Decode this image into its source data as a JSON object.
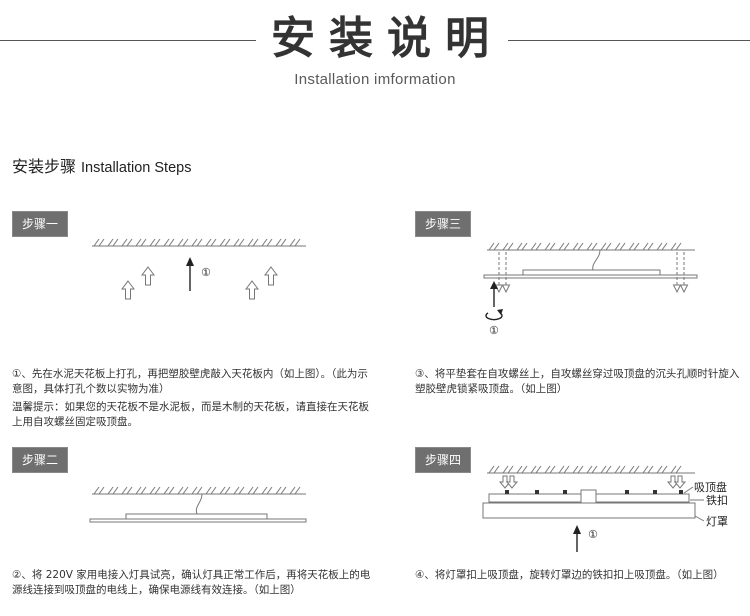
{
  "header": {
    "title": "安装说明",
    "subtitle": "Installation imformation"
  },
  "section": {
    "title_cn": "安装步骤",
    "title_en": "Installation Steps"
  },
  "steps": {
    "step1": {
      "badge": "步骤一",
      "marker": "①",
      "text": "①、先在水泥天花板上打孔，再把塑胶壁虎敲入天花板内（如上图）。（此为示意图，具体打孔个数以实物为准）",
      "tip": "温馨提示：如果您的天花板不是水泥板，而是木制的天花板，请直接在天花板上用自攻螺丝固定吸顶盘。"
    },
    "step2": {
      "badge": "步骤二",
      "text": "②、将 220V 家用电接入灯具试亮，确认灯具正常工作后，再将天花板上的电源线连接到吸顶盘的电线上，确保电源线有效连接。（如上图）"
    },
    "step3": {
      "badge": "步骤三",
      "marker": "①",
      "text": "③、将平垫套在自攻螺丝上，自攻螺丝穿过吸顶盘的沉头孔顺时针旋入塑胶壁虎锁紧吸顶盘。（如上图）"
    },
    "step4": {
      "badge": "步骤四",
      "marker": "①",
      "labels": {
        "mount": "吸顶盘",
        "clip": "铁扣",
        "shade": "灯罩"
      },
      "text": "④、将灯罩扣上吸顶盘，旋转灯罩边的铁扣扣上吸顶盘。（如上图）"
    }
  },
  "icons": {
    "hollow_arrow": "hollow-up-arrow-icon",
    "solid_arrow": "solid-up-arrow-icon",
    "rotation": "rotate-clockwise-icon"
  },
  "colors": {
    "text": "#333333",
    "badge_bg": "#6f6f6f",
    "badge_text": "#ffffff",
    "diagram_line": "#777777",
    "arrow": "#222222"
  }
}
